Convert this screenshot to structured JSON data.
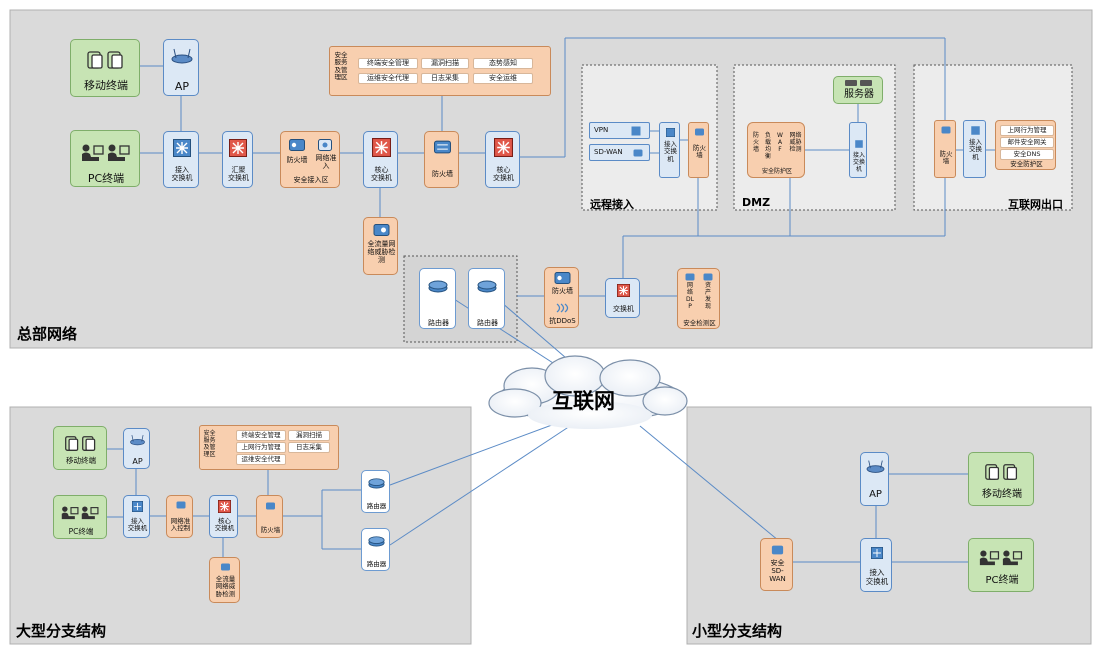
{
  "zones": {
    "hq": "总部网络",
    "large": "大型分支结构",
    "small": "小型分支结构",
    "internet": "互联网",
    "remote": "远程接入",
    "dmz": "DMZ",
    "inet_exit": "互联网出口"
  },
  "hq": {
    "mobile": "移动终端",
    "pc": "PC终端",
    "ap": "AP",
    "access_switch": "接入\n交换机",
    "agg_switch": "汇聚\n交换机",
    "sec_access": {
      "fw": "防火墙",
      "nac": "网络准\n入",
      "zone": "安全接入区"
    },
    "core1": "核心\n交换机",
    "fw_main": "防火墙",
    "core2": "核心\n交换机",
    "traffic": "全流量网\n络威胁检\n测",
    "router1": "路由器",
    "router2": "路由器",
    "ddos": {
      "fw": "防火墙",
      "anti": "抗DDoS"
    },
    "switch": "交换机",
    "detect": {
      "dlp": "网\n络\nDL\nP",
      "asset": "资\n产\n发\n现",
      "zone": "安全检测区"
    },
    "svc": {
      "title": "安全\n服务\n及管\n理区",
      "items": [
        "终端安全管理",
        "漏洞扫描",
        "态势感知",
        "运维安全代理",
        "日志采集",
        "安全运维"
      ]
    },
    "remote": {
      "vpn": "VPN",
      "sdwan": "SD-WAN",
      "access": "接入\n交换\n机",
      "fw": "防火\n墙"
    },
    "dmz": {
      "server": "服务器",
      "fw": "防\n火\n墙",
      "lb": "负\n载\n均\n衡",
      "waf": "W\nA\nF",
      "ti": "网络\n威胁\n检测",
      "zone": "安全防护区",
      "access": "接入\n交换\n机"
    },
    "exit": {
      "fw": "防火\n墙",
      "access": "接入\n交换\n机",
      "items": [
        "上网行为管理",
        "邮件安全网关",
        "安全DNS"
      ],
      "zone": "安全防护区"
    }
  },
  "large": {
    "mobile": "移动终端",
    "pc": "PC终端",
    "ap": "AP",
    "access_switch": "接入\n交换机",
    "nac": "网络准\n入控制",
    "core": "核心\n交换机",
    "fw": "防火墙",
    "traffic": "全流量\n网络威\n胁检测",
    "router1": "路由器",
    "router2": "路由器",
    "svc": {
      "title": "安全\n服务\n及管\n理区",
      "items": [
        "终端安全管理",
        "漏洞扫描",
        "上网行为管理",
        "日志采集",
        "运维安全代理"
      ]
    }
  },
  "small": {
    "ap": "AP",
    "mobile": "移动终端",
    "sdwan": "安全\nSD-\nWAN",
    "access_switch": "接入\n交换机",
    "pc": "PC终端"
  },
  "colors": {
    "zone_bg": "#dadada",
    "internal_line": "#5b8bc6",
    "wan_line": "#5b8bc6",
    "security_orange": "#f8cfaf",
    "terminal_green": "#c7e4b4",
    "network_blue": "#dce8f5"
  }
}
